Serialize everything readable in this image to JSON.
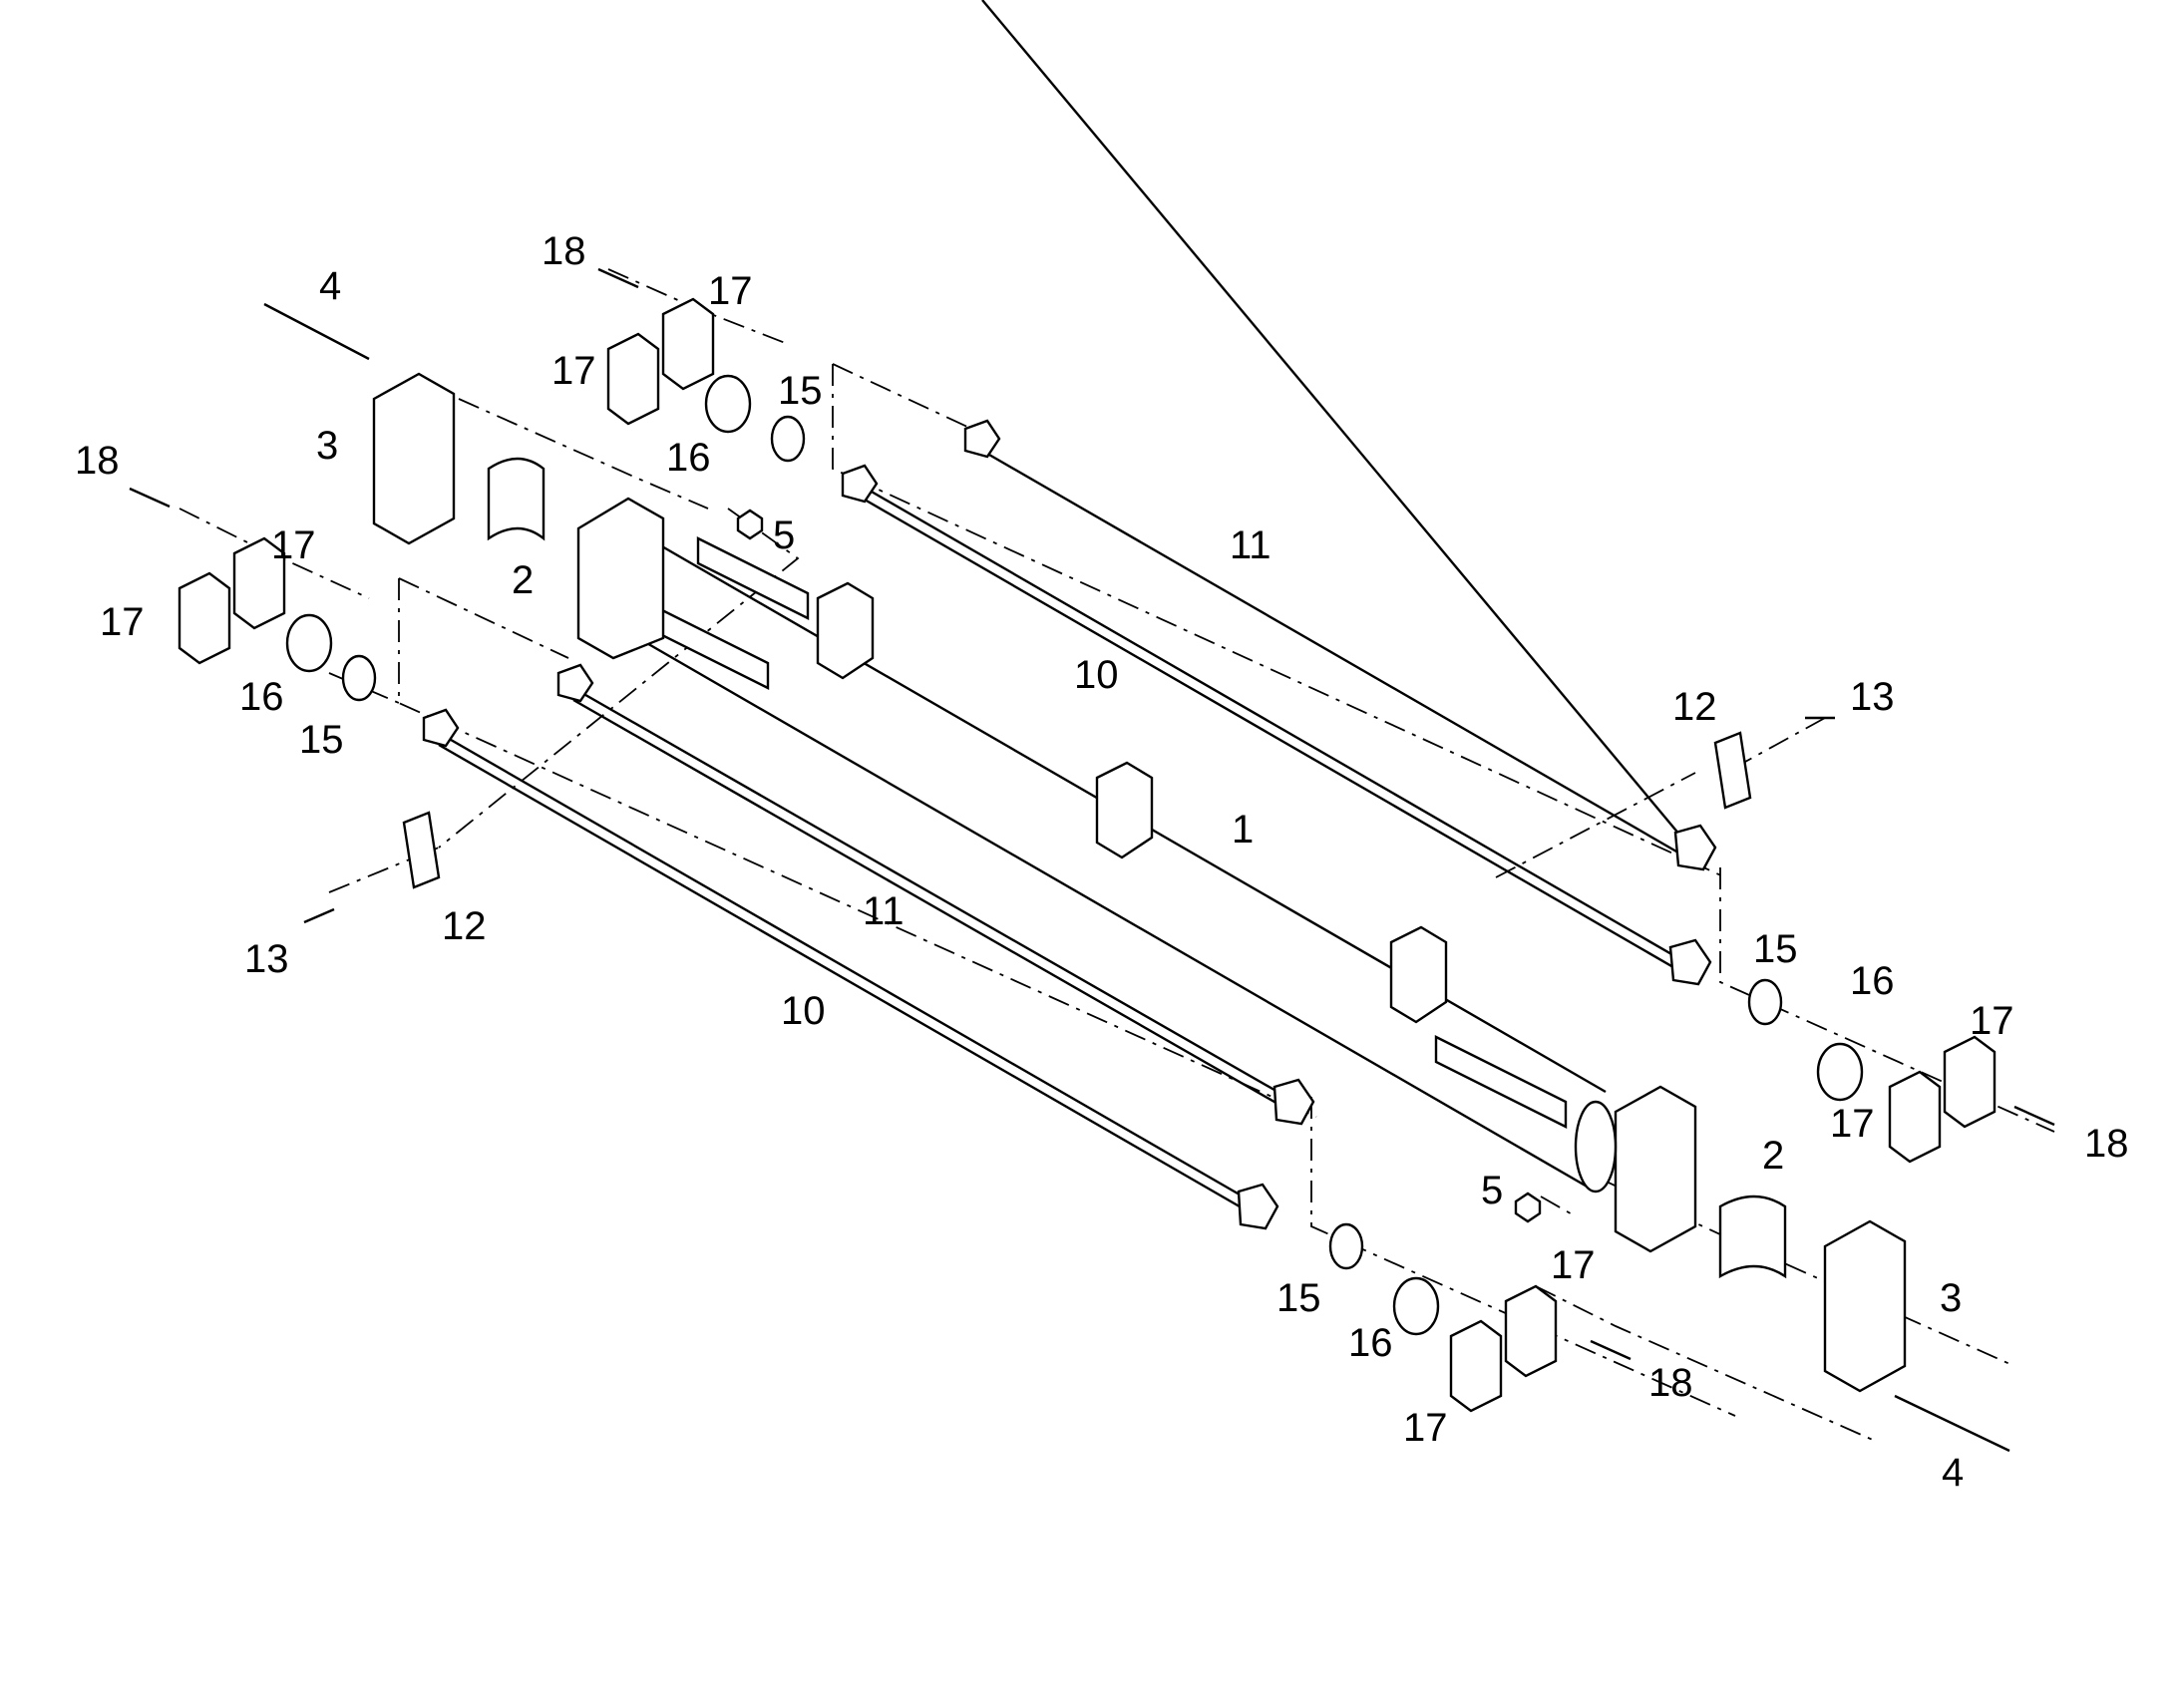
{
  "diagram": {
    "background": "#ffffff",
    "line_color": "#000000",
    "callouts": [
      {
        "id": "c-18-top",
        "text": "18"
      },
      {
        "id": "c-4-top",
        "text": "4"
      },
      {
        "id": "c-17-top-right",
        "text": "17"
      },
      {
        "id": "c-17-top-left",
        "text": "17"
      },
      {
        "id": "c-15-top",
        "text": "15"
      },
      {
        "id": "c-16-top",
        "text": "16"
      },
      {
        "id": "c-3-top",
        "text": "3"
      },
      {
        "id": "c-2-top",
        "text": "2"
      },
      {
        "id": "c-5-top",
        "text": "5"
      },
      {
        "id": "c-18-left",
        "text": "18"
      },
      {
        "id": "c-17-left-right",
        "text": "17"
      },
      {
        "id": "c-17-left-left",
        "text": "17"
      },
      {
        "id": "c-16-left",
        "text": "16"
      },
      {
        "id": "c-15-left",
        "text": "15"
      },
      {
        "id": "c-11-top",
        "text": "11"
      },
      {
        "id": "c-10-top",
        "text": "10"
      },
      {
        "id": "c-12-right",
        "text": "12"
      },
      {
        "id": "c-13-right",
        "text": "13"
      },
      {
        "id": "c-1",
        "text": "1"
      },
      {
        "id": "c-12-left",
        "text": "12"
      },
      {
        "id": "c-13-left",
        "text": "13"
      },
      {
        "id": "c-11-bottom",
        "text": "11"
      },
      {
        "id": "c-10-bottom",
        "text": "10"
      },
      {
        "id": "c-15-right",
        "text": "15"
      },
      {
        "id": "c-16-right",
        "text": "16"
      },
      {
        "id": "c-17-right-top",
        "text": "17"
      },
      {
        "id": "c-17-right-left",
        "text": "17"
      },
      {
        "id": "c-18-right",
        "text": "18"
      },
      {
        "id": "c-2-bottom",
        "text": "2"
      },
      {
        "id": "c-5-bottom",
        "text": "5"
      },
      {
        "id": "c-17-bottom-top",
        "text": "17"
      },
      {
        "id": "c-3-bottom",
        "text": "3"
      },
      {
        "id": "c-15-bottom",
        "text": "15"
      },
      {
        "id": "c-16-bottom",
        "text": "16"
      },
      {
        "id": "c-18-bottom",
        "text": "18"
      },
      {
        "id": "c-17-bottom",
        "text": "17"
      },
      {
        "id": "c-4-bottom",
        "text": "4"
      }
    ]
  }
}
